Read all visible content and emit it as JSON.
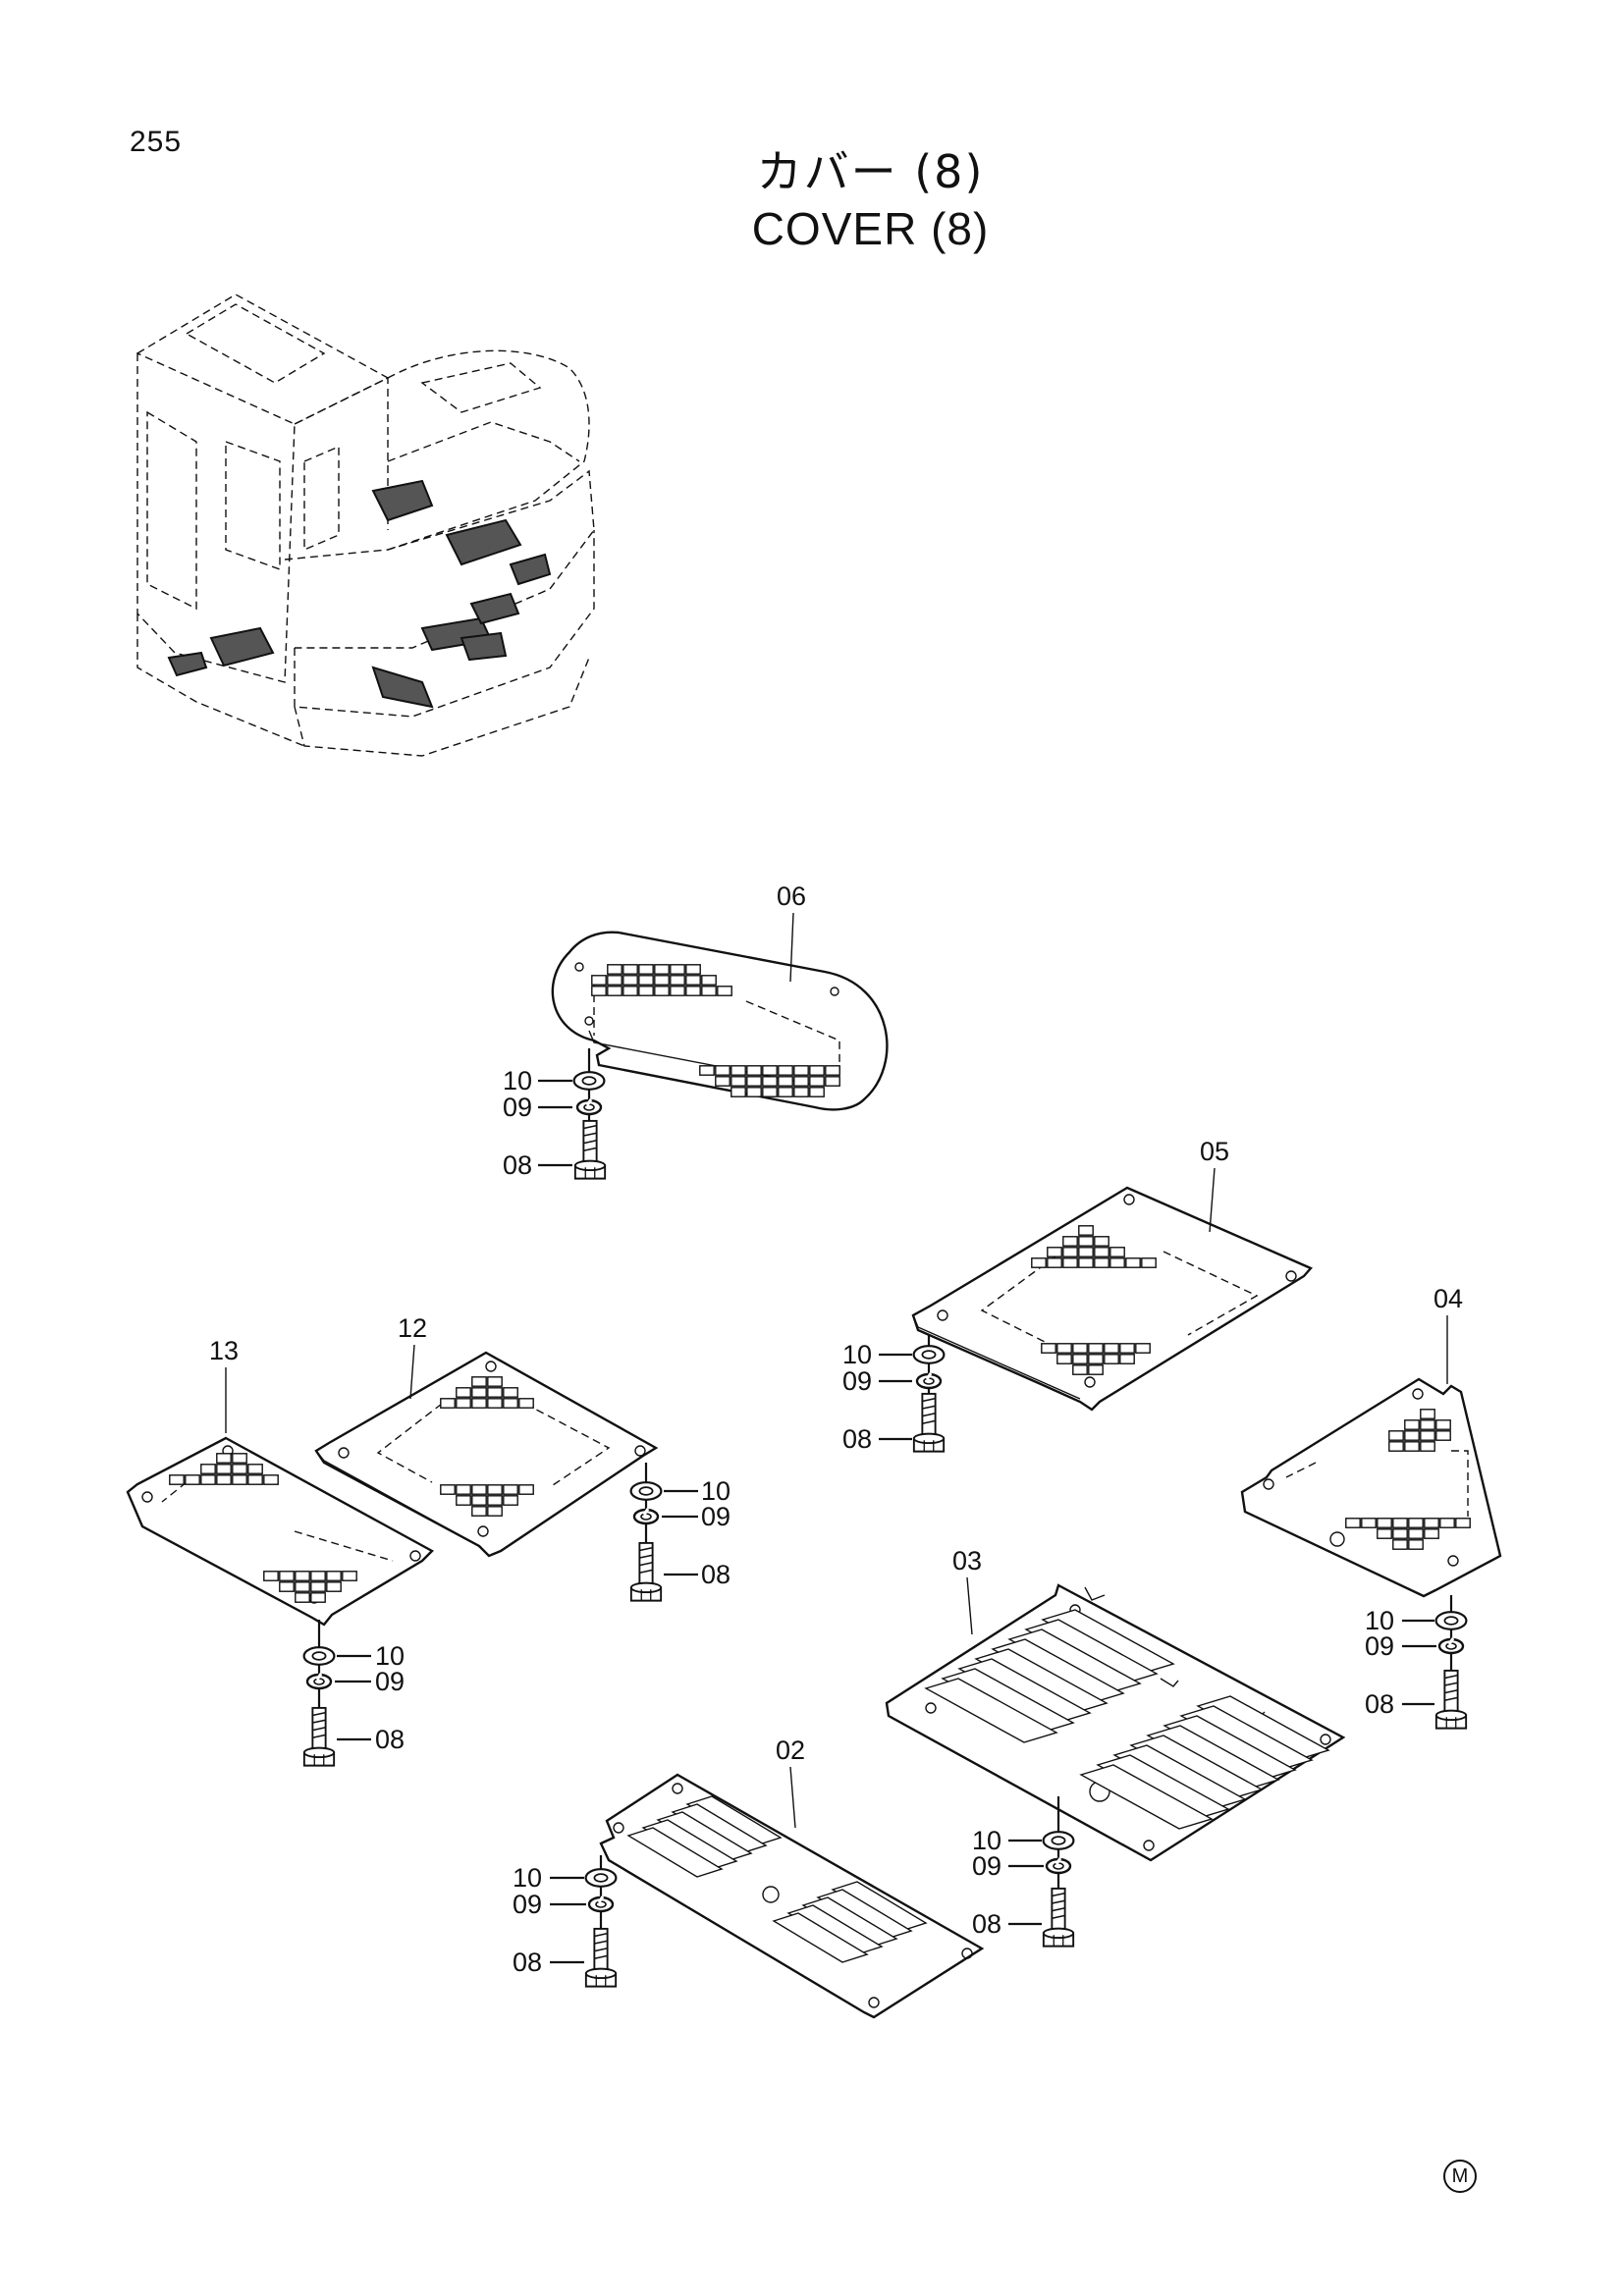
{
  "page": {
    "number": "255",
    "title_ja": "カバー (8)",
    "title_en": "COVER (8)",
    "corner_mark": "M"
  },
  "callouts": {
    "c02": "02",
    "c03": "03",
    "c04": "04",
    "c05": "05",
    "c06": "06",
    "c12": "12",
    "c13": "13",
    "s06_10": "10",
    "s06_09": "09",
    "s06_08": "08",
    "s05_10": "10",
    "s05_09": "09",
    "s05_08": "08",
    "s12_10": "10",
    "s12_09": "09",
    "s12_08": "08",
    "s13_10": "10",
    "s13_09": "09",
    "s13_08": "08",
    "s04_10": "10",
    "s04_09": "09",
    "s04_08": "08",
    "s03_10": "10",
    "s03_09": "09",
    "s03_08": "08",
    "s02_10": "10",
    "s02_09": "09",
    "s02_08": "08"
  },
  "icons": {
    "washer": "flat-washer-icon",
    "lock_washer": "lock-washer-icon",
    "bolt": "hex-bolt-icon"
  }
}
